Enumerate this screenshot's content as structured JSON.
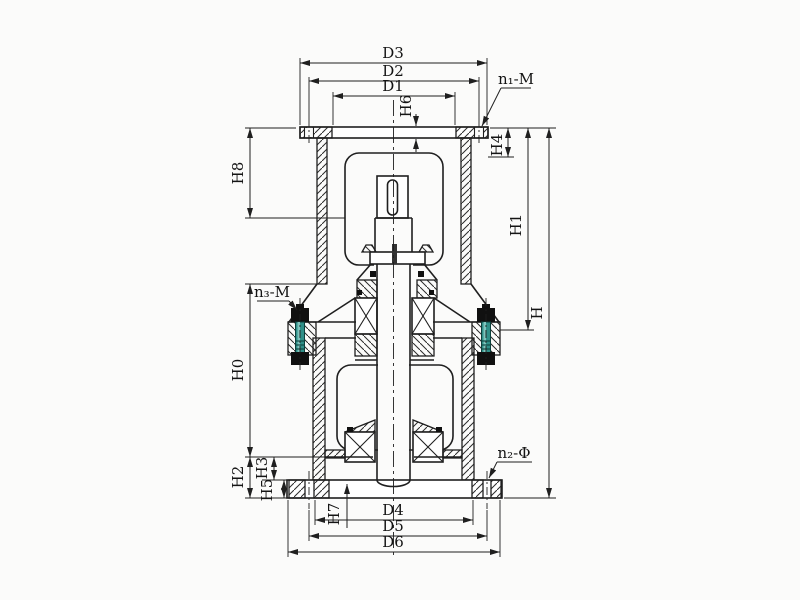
{
  "drawing": {
    "labels": {
      "d1": "D1",
      "d2": "D2",
      "d3": "D3",
      "d4": "D4",
      "d5": "D5",
      "d6": "D6",
      "h": "H",
      "h0": "H0",
      "h1": "H1",
      "h2": "H2",
      "h3": "H3",
      "h4": "H4",
      "h5": "H5",
      "h6": "H6",
      "h7": "H7",
      "h8": "H8",
      "n1": "n₁-M",
      "n2": "n₂-Φ",
      "n3": "n₃-M"
    },
    "colors": {
      "line": "#1f1f1f",
      "background": "#fbfbfa",
      "bolt_body": "#2f8f88",
      "bolt_body_light": "#7fc4bd",
      "bolt_hardware": "#101010"
    }
  }
}
